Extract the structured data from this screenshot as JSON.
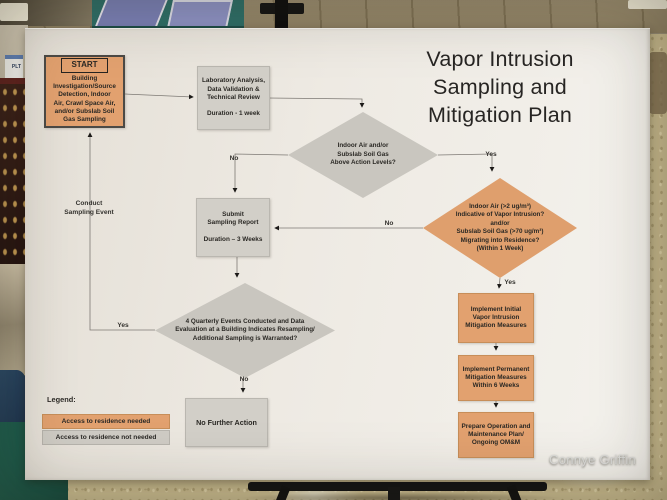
{
  "scene": {
    "watermark": "Connye Griffin",
    "side_sign": "PLT"
  },
  "poster": {
    "title": "Vapor Intrusion\nSampling and\nMitigation Plan",
    "colors": {
      "access_needed_orange": "#E2A16F",
      "access_not_needed_gray": "#CFCCC5",
      "board_white": "#EFEBE5",
      "diamond_gray": "#C9C6BF"
    },
    "nodes": {
      "start": {
        "label": "START",
        "text": "Building\nInvestigation/Source\nDetection, Indoor\nAir, Crawl Space Air,\nand/or Subslab Soil\nGas Sampling"
      },
      "lab": {
        "text": "Laboratory Analysis,\nData Validation &\nTechnical Review\n\nDuration - 1 week"
      },
      "decision_action_levels": {
        "text": "Indoor Air and/or\nSubslab Soil Gas\nAbove Action Levels?"
      },
      "decision_vapor_intrusion": {
        "text": "Indoor Air (>2 ug/m³)\nIndicative of Vapor Intrusion?\nand/or\nSubslab Soil Gas (>70 ug/m³)\nMigrating into Residence?\n(Within 1 Week)"
      },
      "submit_report": {
        "text": "Submit\nSampling Report\n\nDuration – 3 Weeks"
      },
      "decision_quarterly": {
        "text": "4 Quarterly Events Conducted and Data\nEvaluation at a Building Indicates Resampling/\nAdditional Sampling is Warranted?"
      },
      "no_further_action": {
        "text": "No Further Action"
      },
      "implement_initial": {
        "text": "Implement Initial\nVapor Intrusion\nMitigation Measures"
      },
      "implement_permanent": {
        "text": "Implement Permanent\nMitigation Measures\nWithin 6 Weeks"
      },
      "prepare_om": {
        "text": "Prepare Operation and\nMaintenance Plan/\nOngoing OM&M"
      }
    },
    "labels": {
      "conduct_sampling": "Conduct\nSampling Event",
      "d1_no": "No",
      "d1_yes": "Yes",
      "d2_no": "No",
      "d2_yes": "Yes",
      "d3_yes": "Yes",
      "d3_no": "No"
    },
    "legend": {
      "title": "Legend:",
      "items": [
        {
          "label": "Access to residence needed"
        },
        {
          "label": "Access to residence not needed"
        }
      ]
    }
  }
}
